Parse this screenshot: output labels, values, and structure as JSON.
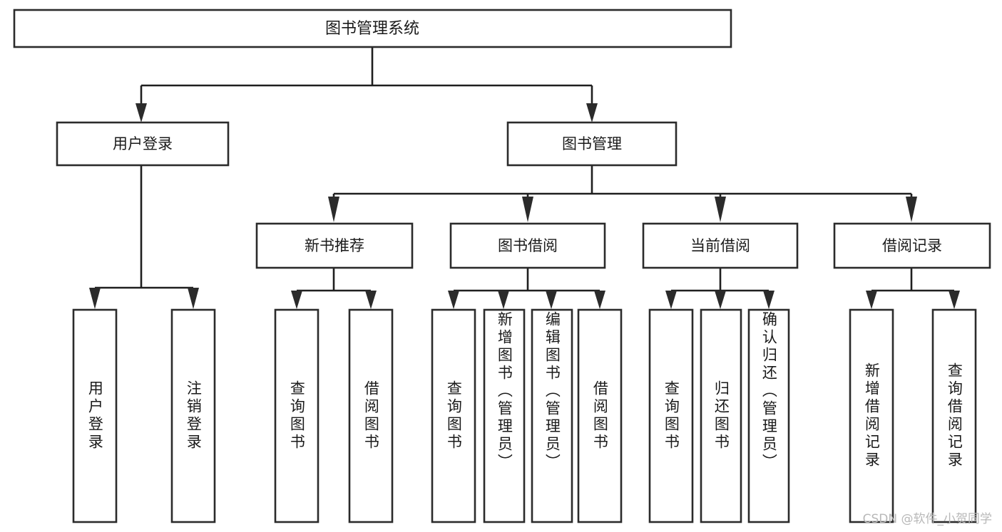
{
  "diagram": {
    "type": "tree",
    "title_node": {
      "id": "root",
      "label": "图书管理系统"
    },
    "levels": [
      {
        "level": 1,
        "nodes": [
          {
            "id": "user-login",
            "label": "用户登录"
          },
          {
            "id": "book-manage",
            "label": "图书管理"
          }
        ]
      },
      {
        "level": 2,
        "nodes": [
          {
            "id": "new-book-rec",
            "label": "新书推荐",
            "parent": "book-manage"
          },
          {
            "id": "book-borrow",
            "label": "图书借阅",
            "parent": "book-manage"
          },
          {
            "id": "current-borrow",
            "label": "当前借阅",
            "parent": "book-manage"
          },
          {
            "id": "borrow-record",
            "label": "借阅记录",
            "parent": "book-manage"
          }
        ]
      },
      {
        "level": 3,
        "nodes": [
          {
            "id": "leaf-user-login",
            "label": "用户登录",
            "parent": "user-login"
          },
          {
            "id": "leaf-logout",
            "label": "注销登录",
            "parent": "user-login"
          },
          {
            "id": "leaf-query-book-1",
            "label": "查询图书",
            "parent": "new-book-rec"
          },
          {
            "id": "leaf-borrow-book-1",
            "label": "借阅图书",
            "parent": "new-book-rec"
          },
          {
            "id": "leaf-query-book-2",
            "label": "查询图书",
            "parent": "book-borrow"
          },
          {
            "id": "leaf-add-book",
            "label": "新增图书（管理员）",
            "parent": "book-borrow"
          },
          {
            "id": "leaf-edit-book",
            "label": "编辑图书（管理员）",
            "parent": "book-borrow"
          },
          {
            "id": "leaf-borrow-book-2",
            "label": "借阅图书",
            "parent": "book-borrow"
          },
          {
            "id": "leaf-query-book-3",
            "label": "查询图书",
            "parent": "current-borrow"
          },
          {
            "id": "leaf-return-book",
            "label": "归还图书",
            "parent": "current-borrow"
          },
          {
            "id": "leaf-confirm-return",
            "label": "确认归还（管理员）",
            "parent": "current-borrow"
          },
          {
            "id": "leaf-add-record",
            "label": "新增借阅记录",
            "parent": "borrow-record"
          },
          {
            "id": "leaf-query-record",
            "label": "查询借阅记录",
            "parent": "borrow-record"
          }
        ]
      }
    ],
    "colors": {
      "box_fill": "#ffffff",
      "box_stroke": "#2b2b2b",
      "connector": "#1f1f1f",
      "text": "#1a1a1a",
      "background": "#ffffff",
      "watermark": "#b8b8b8"
    }
  },
  "watermark": {
    "text": "CSDN @软件_小贺同学"
  }
}
